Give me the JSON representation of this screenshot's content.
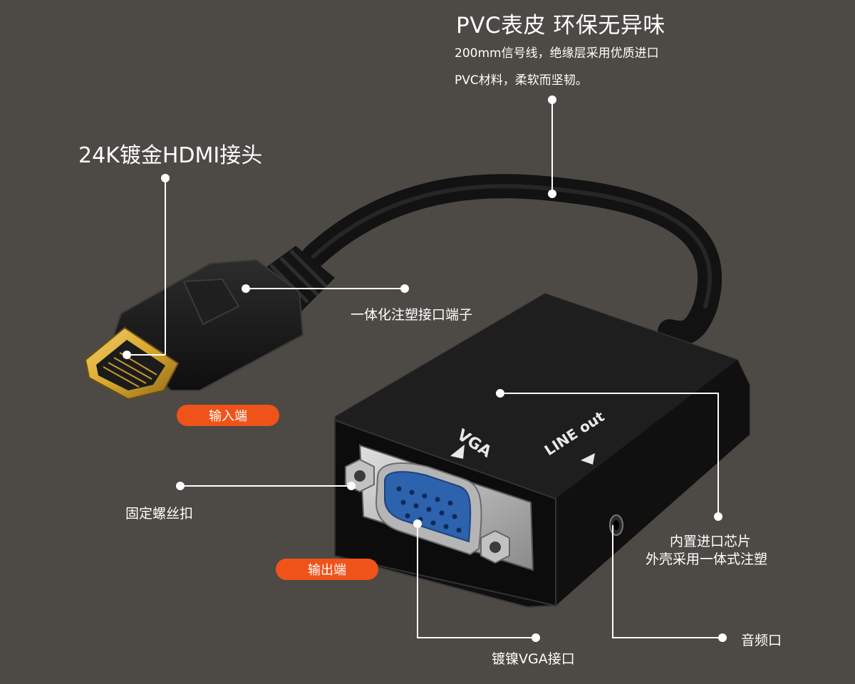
{
  "callouts": {
    "pvc_title": "PVC表皮 环保无异味",
    "pvc_line1": "200mm信号线，绝缘层采用优质进口",
    "pvc_line2": "PVC材料，柔软而坚韧。",
    "hdmi_title": "24K镀金HDMI接头",
    "molded": "一体化注塑接口端子",
    "chip_line1": "内置进口芯片",
    "chip_line2": "外壳采用一体式注塑",
    "screws": "固定螺丝扣",
    "vga_port": "镀镍VGA接口",
    "audio": "音频口"
  },
  "badges": {
    "input": "输入端",
    "output": "输出端"
  },
  "device_text": {
    "vga": "VGA",
    "line_out": "LINE out"
  },
  "colors": {
    "background": "#4d4945",
    "badge": "#f0531a",
    "vga_port": "#2d62ad",
    "gold_plug": "#d9a62e"
  }
}
